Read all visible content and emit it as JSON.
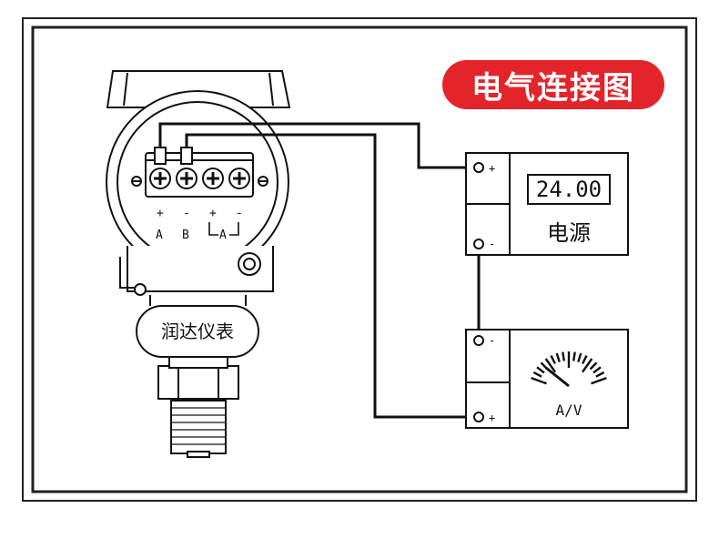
{
  "title": "电气连接图",
  "device": {
    "brand_label": "润达仪表",
    "terminals": [
      {
        "sign": "+",
        "letter": "A"
      },
      {
        "sign": "-",
        "letter": "B"
      },
      {
        "sign": "+",
        "letter": ""
      },
      {
        "sign": "-",
        "letter": ""
      }
    ],
    "bracket_letter": "A"
  },
  "power_supply": {
    "display_value": "24.00",
    "label": "电源",
    "terminal_plus": "+",
    "terminal_minus": "-"
  },
  "meter": {
    "label": "A/V",
    "terminal_minus": "-",
    "terminal_plus": "+"
  },
  "colors": {
    "title_badge": "#e3242b",
    "line": "#111111"
  }
}
